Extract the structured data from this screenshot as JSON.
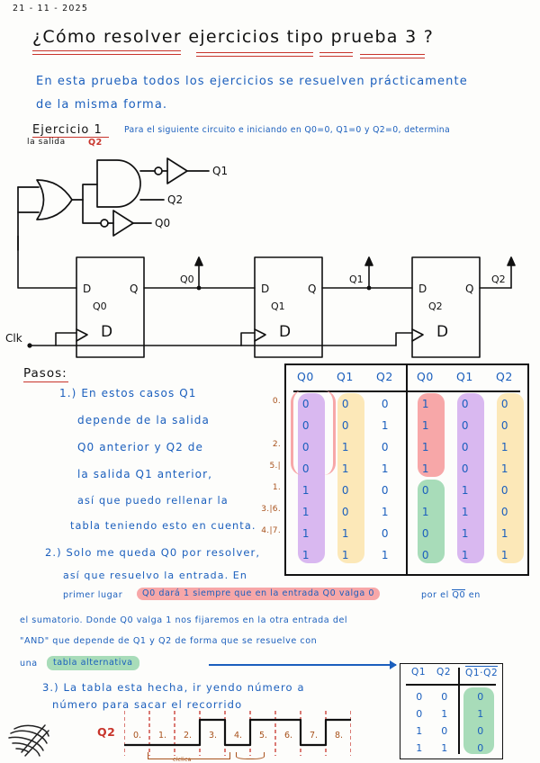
{
  "date": "21 - 11 - 2025",
  "title": "¿Cómo resolver ejercicios tipo prueba 3 ?",
  "intro": [
    "En esta prueba todos los ejercicios se resuelven prácticamente",
    "de la misma forma."
  ],
  "exercise": {
    "label": "Ejercicio 1",
    "sub_label": "la salida",
    "sub_highlight": "Q2",
    "statement": "Para el siguiente circuito e iniciando en Q0=0, Q1=0 y Q2=0, determina"
  },
  "circuit": {
    "gate_outputs": [
      "Q1",
      "Q2",
      "Q0"
    ],
    "clock_label": "Clk",
    "flipflops": [
      {
        "d": "D",
        "q": "Q",
        "name": "Q0",
        "type": "D",
        "out_label": "Q0"
      },
      {
        "d": "D",
        "q": "Q",
        "name": "Q1",
        "type": "D",
        "out_label": "Q1"
      },
      {
        "d": "D",
        "q": "Q",
        "name": "Q2",
        "type": "D",
        "out_label": "Q2"
      }
    ]
  },
  "steps_heading": "Pasos:",
  "steps": {
    "one": [
      "1.) En estos casos Q1",
      "depende de la salida",
      "Q0 anterior y Q2 de",
      "la salida Q1 anterior,",
      "así que puedo rellenar la",
      "tabla teniendo esto en cuenta."
    ],
    "two_head": "2.) Solo me queda Q0 por resolver,",
    "two_lines": [
      "así que resuelvo la entrada. En",
      "primer lugar",
      "por el Q0 en",
      "el sumatorio. Donde Q0 valga 1 nos fijaremos en la otra entrada del",
      "\"AND\" que depende de Q1 y Q2 de forma que se resuelve con",
      "una"
    ],
    "two_highlight_pink": "Q0 dará 1 siempre que en la entrada Q0 valga 0",
    "two_highlight_green": "tabla alternativa",
    "three": [
      "3.) La tabla esta hecha, ir yendo número a",
      "número para sacar el recorrido"
    ]
  },
  "main_table": {
    "headers_left": [
      "Q0",
      "Q1",
      "Q2"
    ],
    "headers_right": [
      "Q0",
      "Q1",
      "Q2"
    ],
    "row_marks": [
      "0.",
      "",
      "2.",
      "5.|",
      "1.",
      "3.|6.",
      "4.|7.",
      ""
    ],
    "left_rows": [
      [
        "0",
        "0",
        "0"
      ],
      [
        "0",
        "0",
        "1"
      ],
      [
        "0",
        "1",
        "0"
      ],
      [
        "0",
        "1",
        "1"
      ],
      [
        "1",
        "0",
        "0"
      ],
      [
        "1",
        "0",
        "1"
      ],
      [
        "1",
        "1",
        "0"
      ],
      [
        "1",
        "1",
        "1"
      ]
    ],
    "right_rows": [
      [
        "1",
        "0",
        "0"
      ],
      [
        "1",
        "0",
        "0"
      ],
      [
        "1",
        "0",
        "1"
      ],
      [
        "1",
        "0",
        "1"
      ],
      [
        "0",
        "1",
        "0"
      ],
      [
        "1",
        "1",
        "0"
      ],
      [
        "0",
        "1",
        "1"
      ],
      [
        "0",
        "1",
        "1"
      ]
    ],
    "highlight_colors": {
      "purple": "#d9b8f0",
      "yellow": "#fce8b8",
      "pink": "#f7a7a8",
      "green": "#a8dcb9"
    }
  },
  "alt_table": {
    "headers": [
      "Q1",
      "Q2",
      "Q1·Q2"
    ],
    "header_overline": "Q1·Q2",
    "rows": [
      [
        "0",
        "0",
        "0"
      ],
      [
        "0",
        "1",
        "1"
      ],
      [
        "1",
        "0",
        "0"
      ],
      [
        "1",
        "1",
        "0"
      ]
    ]
  },
  "timing": {
    "signal_label": "Q2",
    "intervals": [
      "0.",
      "1.",
      "2.",
      "3.",
      "4.",
      "5.",
      "6.",
      "7.",
      "8."
    ],
    "levels": [
      0,
      0,
      0,
      1,
      0,
      1,
      1,
      0,
      1
    ],
    "cycle_label": "cíclica"
  },
  "colors": {
    "blue": "#1b5fbd",
    "red": "#c8342b",
    "brown": "#a8521c",
    "black": "#111111"
  }
}
